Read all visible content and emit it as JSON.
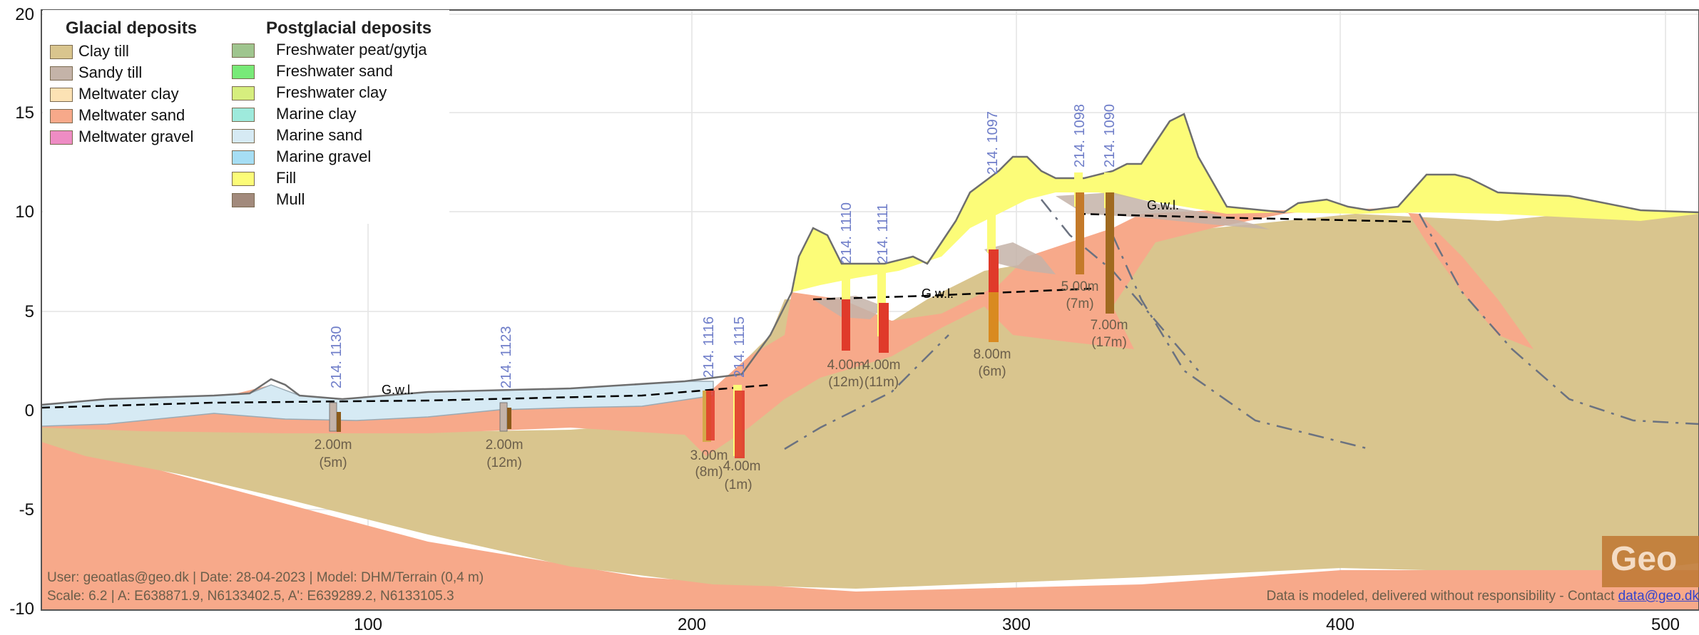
{
  "colors": {
    "clay_till": "#d9c58e",
    "sandy_till": "#c4b3a8",
    "meltwater_clay": "#fce2b4",
    "meltwater_sand": "#f7a98a",
    "meltwater_gravel": "#ee8cc4",
    "freshwater_peat": "#9fc58e",
    "freshwater_sand": "#78ea78",
    "freshwater_clay": "#d6ee7e",
    "marine_clay": "#9eeadc",
    "marine_sand": "#d6eaf4",
    "marine_gravel": "#a6def4",
    "fill": "#fcfc78",
    "mull": "#a28a7c"
  },
  "legend": {
    "glacial": {
      "title": "Glacial deposits",
      "items": [
        {
          "label": "Clay till",
          "color": "#d9c58e"
        },
        {
          "label": "Sandy till",
          "color": "#c4b3a8"
        },
        {
          "label": "Meltwater clay",
          "color": "#fce2b4"
        },
        {
          "label": "Meltwater sand",
          "color": "#f7a98a"
        },
        {
          "label": "Meltwater gravel",
          "color": "#ee8cc4"
        }
      ]
    },
    "postglacial": {
      "title": "Postglacial deposits",
      "items": [
        {
          "label": "Freshwater peat/gytja",
          "color": "#9fc58e"
        },
        {
          "label": "Freshwater sand",
          "color": "#78ea78"
        },
        {
          "label": "Freshwater clay",
          "color": "#d6ee7e"
        },
        {
          "label": "Marine clay",
          "color": "#9eeadc"
        },
        {
          "label": "Marine sand",
          "color": "#d6eaf4"
        },
        {
          "label": "Marine gravel",
          "color": "#a6def4"
        },
        {
          "label": "Fill",
          "color": "#fcfc78"
        },
        {
          "label": "Mull",
          "color": "#a28a7c"
        }
      ]
    }
  },
  "axes": {
    "x_ticks": [
      "100",
      "200",
      "300",
      "400",
      "500"
    ],
    "y_ticks": [
      "20",
      "15",
      "10",
      "5",
      "0",
      "-5",
      "-10"
    ]
  },
  "boreholes": [
    {
      "id": "214. 1130",
      "depth": "2.00m",
      "extra": "(5m)"
    },
    {
      "id": "214. 1123",
      "depth": "2.00m",
      "extra": "(12m)"
    },
    {
      "id": "214. 1116",
      "depth": "3.00m",
      "extra": "(8m)"
    },
    {
      "id": "214. 1115",
      "depth": "4.00m",
      "extra": "(1m)"
    },
    {
      "id": "214. 1110",
      "depth": "4.00m",
      "extra": "(12m)"
    },
    {
      "id": "214. 1111",
      "depth": "4.00m",
      "extra": "(11m)"
    },
    {
      "id": "214. 1097",
      "depth": "8.00m",
      "extra": "(6m)"
    },
    {
      "id": "214. 1098",
      "depth": "5.00m",
      "extra": "(7m)"
    },
    {
      "id": "214. 1090",
      "depth": "7.00m",
      "extra": "(17m)"
    }
  ],
  "gwl_labels": [
    "G.w.l.",
    "G.w.l.",
    "G.w.l."
  ],
  "footer": {
    "line1": "User: geoatlas@geo.dk | Date: 28-04-2023 | Model: DHM/Terrain (0,4 m)",
    "line2": "Scale: 6.2 | A: E638871.9, N6133402.5, A': E639289.2, N6133105.3",
    "disclaimer": "Data is modeled, delivered without responsibility - Contact ",
    "contact": "data@geo.dk",
    "logo": "Geo"
  }
}
